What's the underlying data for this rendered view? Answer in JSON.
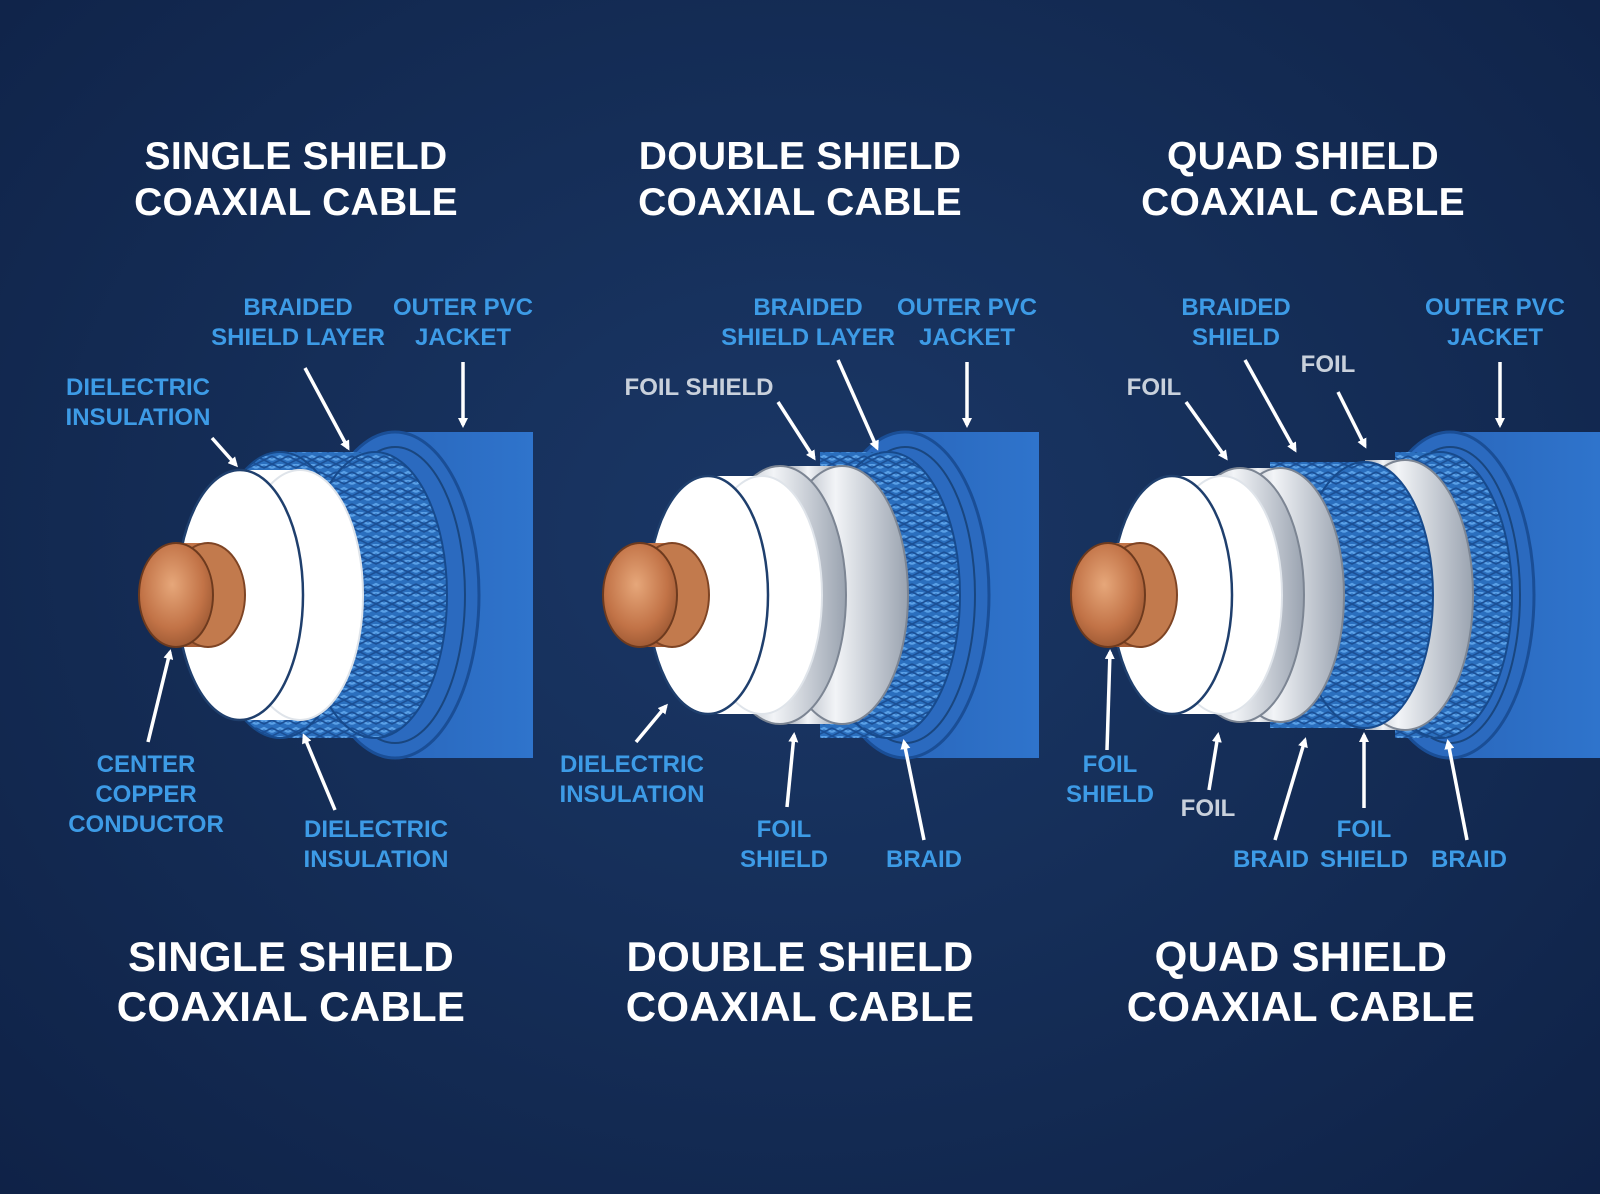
{
  "panels": [
    {
      "title_top": [
        "SINGLE SHIELD",
        "COAXIAL CABLE"
      ],
      "title_bottom": [
        "SINGLE SHIELD",
        "COAXIAL CABLE"
      ],
      "labels": {
        "braided": [
          "BRAIDED",
          "SHIELD LAYER"
        ],
        "jacket": [
          "OUTER PVC",
          "JACKET"
        ],
        "dielectric_top": [
          "DIELECTRIC",
          "INSULATION"
        ],
        "conductor": [
          "CENTER",
          "COPPER",
          "CONDUCTOR"
        ],
        "dielectric_bottom": [
          "DIELECTRIC",
          "INSULATION"
        ]
      }
    },
    {
      "title_top": [
        "DOUBLE SHIELD",
        "COAXIAL CABLE"
      ],
      "title_bottom": [
        "DOUBLE SHIELD",
        "COAXIAL CABLE"
      ],
      "labels": {
        "braided": [
          "BRAIDED",
          "SHIELD LAYER"
        ],
        "jacket": [
          "OUTER PVC",
          "JACKET"
        ],
        "foil_top": "FOIL SHIELD",
        "dielectric": [
          "DIELECTRIC",
          "INSULATION"
        ],
        "foil_bottom": [
          "FOIL",
          "SHIELD"
        ],
        "braid": "BRAID"
      }
    },
    {
      "title_top": [
        "QUAD SHIELD",
        "COAXIAL CABLE"
      ],
      "title_bottom": [
        "QUAD SHIELD",
        "COAXIAL CABLE"
      ],
      "labels": {
        "braided": [
          "BRAIDED",
          "SHIELD"
        ],
        "jacket": [
          "OUTER PVC",
          "JACKET"
        ],
        "foil_top_1": "FOIL",
        "foil_top_2": "FOIL",
        "foil_shield_left": [
          "FOIL",
          "SHIELD"
        ],
        "foil_mid": "FOIL",
        "braid_1": "BRAID",
        "foil_shield_bottom": [
          "FOIL",
          "SHIELD"
        ],
        "braid_2": "BRAID"
      }
    }
  ],
  "colors": {
    "background": "#142c55",
    "label_blue": "#3d9be6",
    "label_grey": "#c9d1dc",
    "jacket": "#2f72c9",
    "braid": "#2e73c2",
    "foil": "#c8ccd3",
    "dielectric": "#ffffff",
    "copper": "#c77a4c"
  }
}
